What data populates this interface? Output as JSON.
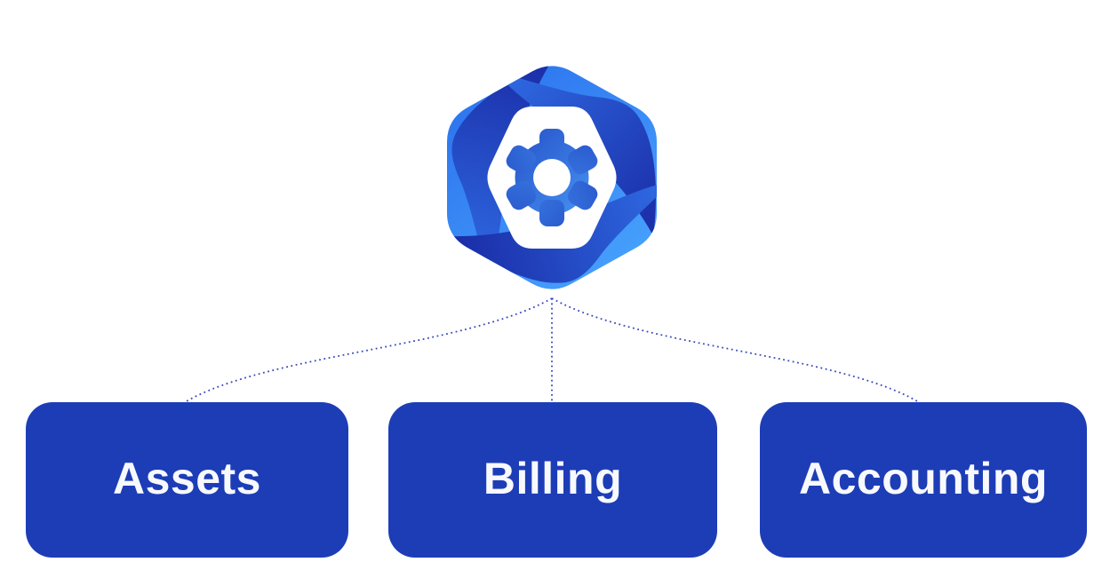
{
  "diagram": {
    "root": {
      "icon": "gear-hexagon-logo"
    },
    "nodes": [
      {
        "id": "assets",
        "label": "Assets"
      },
      {
        "id": "billing",
        "label": "Billing"
      },
      {
        "id": "accounting",
        "label": "Accounting"
      }
    ],
    "connectors": [
      {
        "from": "logo",
        "to": "assets",
        "style": "dotted"
      },
      {
        "from": "logo",
        "to": "billing",
        "style": "dotted"
      },
      {
        "from": "logo",
        "to": "accounting",
        "style": "dotted"
      }
    ],
    "colors": {
      "background": "#ffffff",
      "node_background": "#1d3db7",
      "node_text": "#f8f9fc",
      "connector": "#3849bb",
      "logo_light_blue": "#47a2fc",
      "logo_mid_blue": "#2f78f0",
      "logo_dark_blue": "#1b2fa9",
      "gear_gradient_start": "#2652c8",
      "gear_gradient_end": "#4a9af9"
    }
  }
}
